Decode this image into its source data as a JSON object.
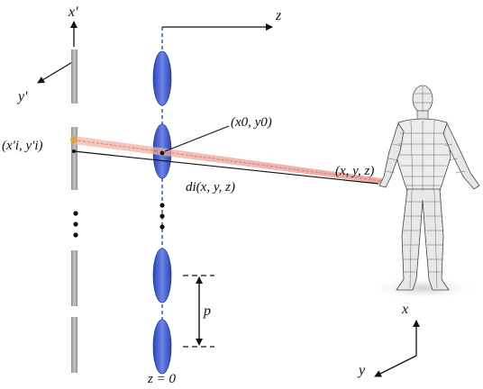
{
  "labels": {
    "x_prime": "x'",
    "y_prime": "y'",
    "z_axis": "z",
    "elemental_point": "(x'i, y'i)",
    "lens_center": "(x0, y0)",
    "object_point": "(x, y, z)",
    "distance": "di(x, y, z)",
    "pitch": "p",
    "lens_plane": "z = 0",
    "world_x": "x",
    "world_y": "y"
  },
  "colors": {
    "lens": "#4a66d6",
    "lens_edge": "#2a3f9c",
    "ray": "#e8a0a0",
    "ray_core": "#d47070",
    "axis": "#3a6fa8",
    "sensor": "#a9a9a9"
  },
  "icons": [
    "human-mesh-figure",
    "dashed-optical-axis",
    "pitch-dimension-arrow"
  ]
}
